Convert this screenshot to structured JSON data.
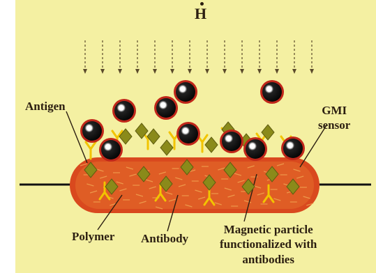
{
  "field_symbol": "H",
  "labels": {
    "antigen": "Antigen",
    "gmi_line1": "GMI",
    "gmi_line2": "sensor",
    "polymer": "Polymer",
    "antibody": "Antibody",
    "particle_line1": "Magnetic particle",
    "particle_line2": "functionalized with",
    "particle_line3": "antibodies"
  },
  "colors": {
    "background": "#f4f0a2",
    "polymer": "#d9491e",
    "antigen": "#8a8a1a",
    "antibody": "#f2c400",
    "particle_ring": "#c0271a",
    "particle_core": "#111111",
    "arrow": "#5a4a2a",
    "text": "#2b1e10"
  },
  "icons": [
    "field-arrow-icon",
    "magnetic-particle-icon",
    "antigen-icon",
    "antibody-icon"
  ]
}
